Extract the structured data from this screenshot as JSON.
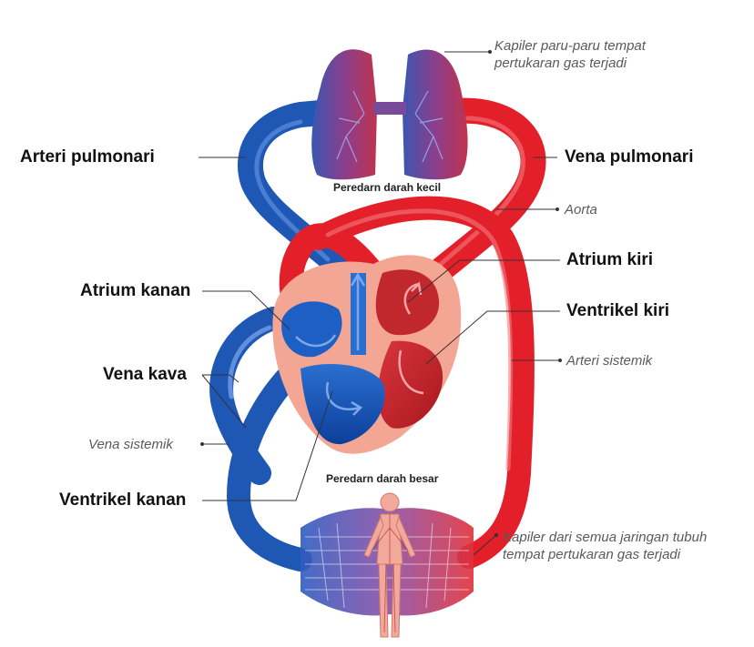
{
  "colors": {
    "oxygenated": "#e3202a",
    "deoxygenated": "#1f57b5",
    "heart_wall": "#f3a694",
    "leader_line": "#333333"
  },
  "labels": {
    "kapiler_paru": "Kapiler paru-paru tempat pertukaran gas terjadi",
    "arteri_pulmonari": "Arteri pulmonari",
    "vena_pulmonari": "Vena pulmonari",
    "peredaran_kecil": "Peredarn darah kecil",
    "aorta": "Aorta",
    "atrium_kiri": "Atrium kiri",
    "atrium_kanan": "Atrium kanan",
    "ventrikel_kiri": "Ventrikel kiri",
    "vena_kava": "Vena kava",
    "arteri_sistemik": "Arteri sistemik",
    "vena_sistemik": "Vena sistemik",
    "peredaran_besar": "Peredarn darah besar",
    "ventrikel_kanan": "Ventrikel kanan",
    "kapiler_jaringan": "Kapiler dari semua jaringan tubuh tempat pertukaran gas terjadi"
  }
}
